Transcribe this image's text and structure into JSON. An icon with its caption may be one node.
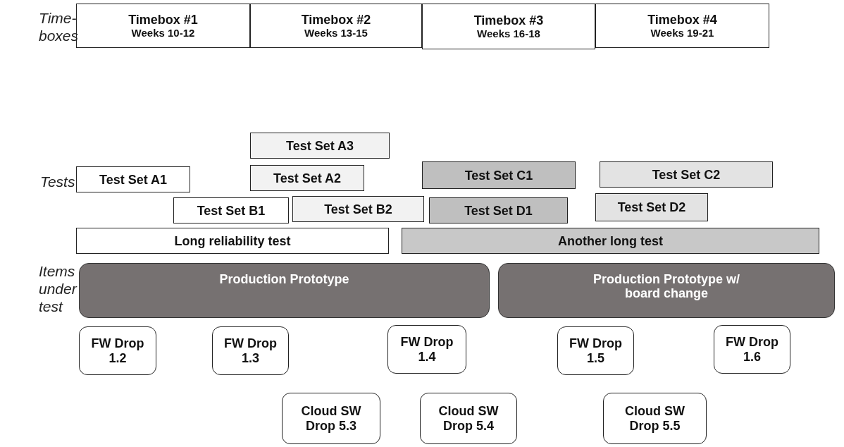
{
  "diagram": {
    "nodes": [
      {
        "text": [
          "Timebox #1",
          "Weeks 10-12"
        ]
      },
      {
        "text": [
          "Timebox #2",
          "Weeks 13-15"
        ]
      },
      {
        "text": [
          "Timebox #3",
          "Weeks 16-18"
        ]
      },
      {
        "text": [
          "Timebox #4",
          "Weeks 19-21"
        ]
      },
      {
        "text": [
          "Test Set A3"
        ]
      },
      {
        "text": [
          "Test Set A1"
        ]
      },
      {
        "text": [
          "Test Set A2"
        ]
      },
      {
        "text": [
          "Test Set C1"
        ]
      },
      {
        "text": [
          "Test Set C2"
        ]
      },
      {
        "text": [
          "Test Set B1"
        ]
      },
      {
        "text": [
          "Test Set B2"
        ]
      },
      {
        "text": [
          "Test Set D1"
        ]
      },
      {
        "text": [
          "Test Set D2"
        ]
      },
      {
        "text": [
          "Long reliability test"
        ]
      },
      {
        "text": [
          "Another long test"
        ]
      },
      {
        "text": [
          "Production Prototype"
        ]
      },
      {
        "text": [
          "Production Prototype w/ board change"
        ]
      },
      {
        "text": [
          "FW Drop 1.2"
        ]
      },
      {
        "text": [
          "FW Drop 1.3"
        ]
      },
      {
        "text": [
          "FW Drop 1.4"
        ]
      },
      {
        "text": [
          "FW Drop 1.5"
        ]
      },
      {
        "text": [
          "FW Drop 1.6"
        ]
      },
      {
        "text": [
          "Cloud SW Drop 5.3"
        ]
      },
      {
        "text": [
          "Cloud SW Drop 5.4"
        ]
      },
      {
        "text": [
          "Cloud SW Drop 5.5"
        ]
      }
    ],
    "edges": [],
    "labels": [
      "Time- boxes",
      "Tests",
      "Items under test"
    ]
  }
}
